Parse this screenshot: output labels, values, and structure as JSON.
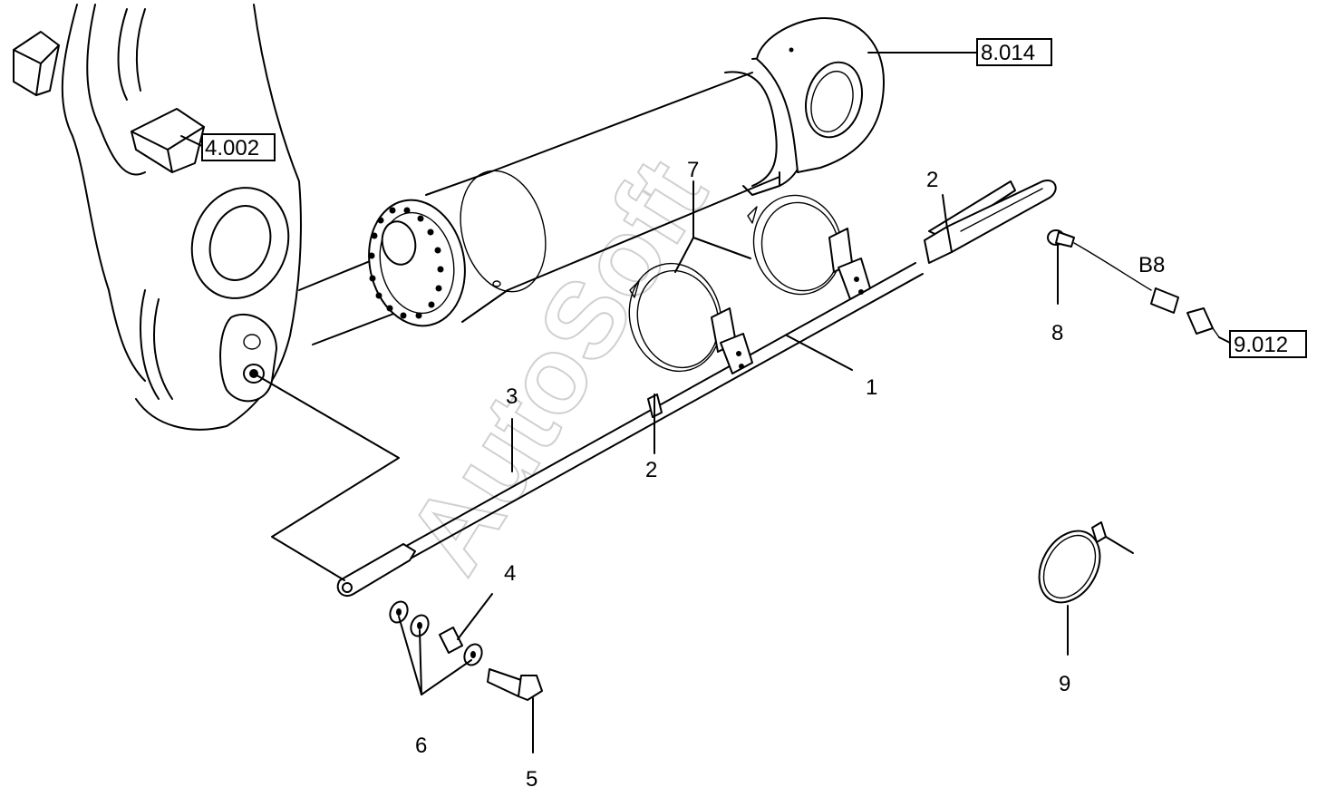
{
  "watermark": "AutoSoft",
  "references": {
    "r8014": "8.014",
    "r4002": "4.002",
    "r9012": "9.012"
  },
  "callouts": {
    "c1": "1",
    "c2a": "2",
    "c2b": "2",
    "c3": "3",
    "c4": "4",
    "c5": "5",
    "c6": "6",
    "c7": "7",
    "c8": "8",
    "c9": "9",
    "b8": "B8"
  }
}
